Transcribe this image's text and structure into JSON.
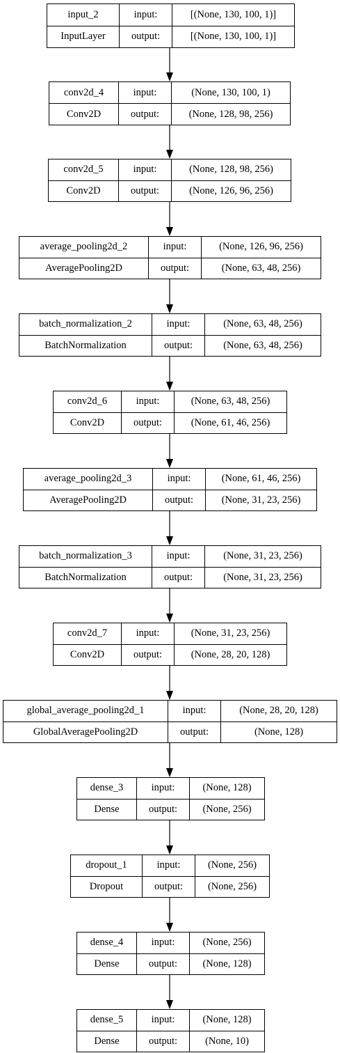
{
  "labels": {
    "input": "input:",
    "output": "output:"
  },
  "layers": [
    {
      "name": "input_2",
      "type": "InputLayer",
      "input": "[(None, 130, 100, 1)]",
      "output": "[(None, 130, 100, 1)]"
    },
    {
      "name": "conv2d_4",
      "type": "Conv2D",
      "input": "(None, 130, 100, 1)",
      "output": "(None, 128, 98, 256)"
    },
    {
      "name": "conv2d_5",
      "type": "Conv2D",
      "input": "(None, 128, 98, 256)",
      "output": "(None, 126, 96, 256)"
    },
    {
      "name": "average_pooling2d_2",
      "type": "AveragePooling2D",
      "input": "(None, 126, 96, 256)",
      "output": "(None, 63, 48, 256)"
    },
    {
      "name": "batch_normalization_2",
      "type": "BatchNormalization",
      "input": "(None, 63, 48, 256)",
      "output": "(None, 63, 48, 256)"
    },
    {
      "name": "conv2d_6",
      "type": "Conv2D",
      "input": "(None, 63, 48, 256)",
      "output": "(None, 61, 46, 256)"
    },
    {
      "name": "average_pooling2d_3",
      "type": "AveragePooling2D",
      "input": "(None, 61, 46, 256)",
      "output": "(None, 31, 23, 256)"
    },
    {
      "name": "batch_normalization_3",
      "type": "BatchNormalization",
      "input": "(None, 31, 23, 256)",
      "output": "(None, 31, 23, 256)"
    },
    {
      "name": "conv2d_7",
      "type": "Conv2D",
      "input": "(None, 31, 23, 256)",
      "output": "(None, 28, 20, 128)"
    },
    {
      "name": "global_average_pooling2d_1",
      "type": "GlobalAveragePooling2D",
      "input": "(None, 28, 20, 128)",
      "output": "(None, 128)"
    },
    {
      "name": "dense_3",
      "type": "Dense",
      "input": "(None, 128)",
      "output": "(None, 256)"
    },
    {
      "name": "dropout_1",
      "type": "Dropout",
      "input": "(None, 256)",
      "output": "(None, 256)"
    },
    {
      "name": "dense_4",
      "type": "Dense",
      "input": "(None, 256)",
      "output": "(None, 128)"
    },
    {
      "name": "dense_5",
      "type": "Dense",
      "input": "(None, 128)",
      "output": "(None, 10)"
    }
  ]
}
